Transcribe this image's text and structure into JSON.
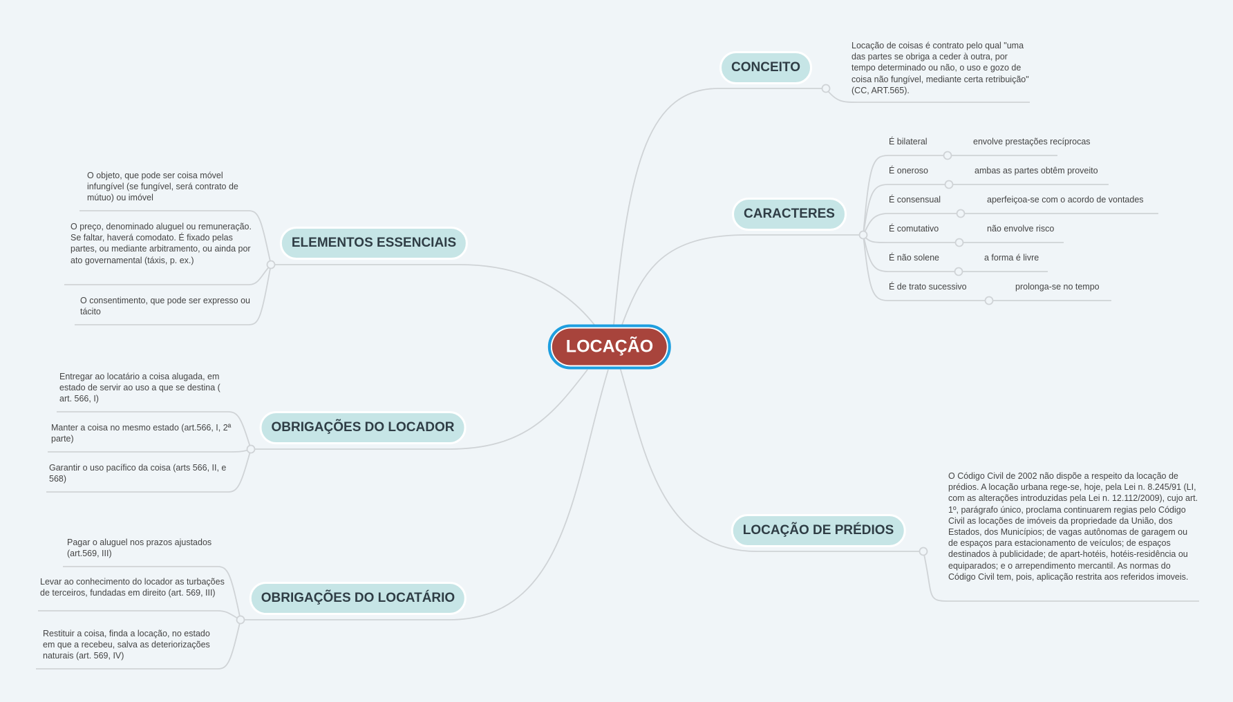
{
  "root": {
    "label": "LOCAÇÃO"
  },
  "conceito": {
    "label": "CONCEITO",
    "text": "Locação de coisas é contrato pelo qual \"uma das partes se obriga a ceder à outra, por tempo determinado ou não, o uso e gozo de coisa não fungível, mediante certa retribuição\" (CC, ART.565)."
  },
  "caracteres": {
    "label": "CARACTERES",
    "items": [
      {
        "label": "É bilateral",
        "detail": "envolve prestações recíprocas"
      },
      {
        "label": "É oneroso",
        "detail": "ambas as partes obtêm proveito"
      },
      {
        "label": "É consensual",
        "detail": "aperfeiçoa-se com o acordo de vontades"
      },
      {
        "label": "É comutativo",
        "detail": "não envolve risco"
      },
      {
        "label": "É não solene",
        "detail": "a forma é livre"
      },
      {
        "label": "É de trato sucessivo",
        "detail": "prolonga-se no tempo"
      }
    ]
  },
  "predios": {
    "label": "LOCAÇÃO DE PRÉDIOS",
    "text": "O Código Civil de 2002 não dispõe a respeito da locação de prédios. A locação urbana rege-se, hoje, pela Lei n. 8.245/91 (LI, com as alterações introduzidas pela Lei n. 12.112/2009), cujo art. 1º, parágrafo único, proclama continuarem regias pelo Código Civil as locações de imóveis da propriedade da União, dos Estados, dos Municípios; de vagas autônomas de garagem ou de espaços para estacionamento de veículos; de espaços destinados à publicidade; de apart-hotéis, hotéis-residência ou equiparados; e o arrependimento mercantil. As normas do Código Civil tem, pois, aplicação restrita aos referidos imoveis."
  },
  "elementos": {
    "label": "ELEMENTOS ESSENCIAIS",
    "items": [
      "O objeto, que pode ser coisa móvel infungível (se fungível, será contrato de mútuo) ou imóvel",
      "O preço, denominado aluguel ou remuneração. Se faltar, haverá comodato. É fixado pelas partes, ou mediante arbitramento, ou ainda por ato governamental (táxis, p. ex.)",
      "O consentimento, que pode ser expresso ou tácito"
    ]
  },
  "locador": {
    "label": "OBRIGAÇÕES DO LOCADOR",
    "items": [
      "Entregar ao locatário a coisa alugada, em estado de servir ao uso a que se destina ( art. 566, I)",
      "Manter a coisa no mesmo estado (art.566, I, 2ª parte)",
      "Garantir o uso pacífico da coisa (arts 566, II, e 568)"
    ]
  },
  "locatario": {
    "label": "OBRIGAÇÕES DO LOCATÁRIO",
    "items": [
      "Pagar o aluguel nos prazos ajustados (art.569, III)",
      "Levar ao conhecimento do locador as turbações de terceiros, fundadas em direito (art. 569, III)",
      "Restituir a coisa, finda a locação, no estado em que a recebeu, salva as deteriorizações naturais (art. 569, IV)"
    ]
  },
  "colors": {
    "line": "#cfd3d6",
    "root_fill": "#a8443c",
    "root_border": "#1e9fe0",
    "topic_fill": "#c6e5e6"
  }
}
